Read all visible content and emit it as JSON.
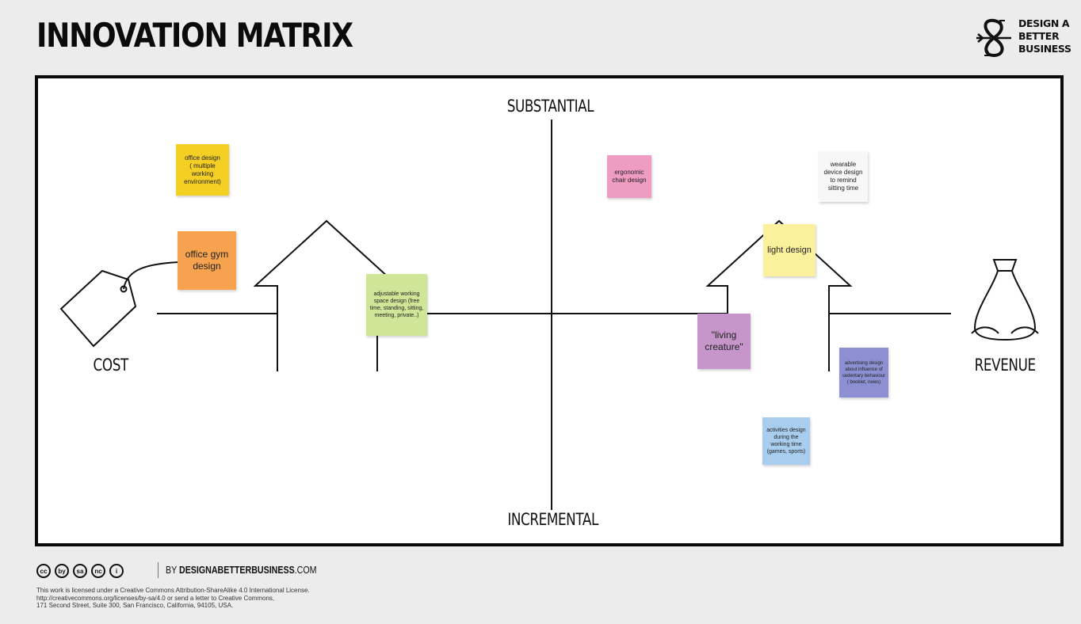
{
  "header": {
    "title": "INNOVATION MATRIX",
    "logo_lines": [
      "DESIGN A",
      "BETTER",
      "BUSINESS"
    ]
  },
  "axes": {
    "top": "SUBSTANTIAL",
    "bottom": "INCREMENTAL",
    "left": "COST",
    "right": "REVENUE"
  },
  "notes": [
    {
      "id": "office-design",
      "text": "office design\n( multiple working environment)",
      "color": "#f4cf24"
    },
    {
      "id": "office-gym",
      "text": "office gym design",
      "color": "#f6a24e"
    },
    {
      "id": "adjustable-space",
      "text": "adjustable working space design (free time, standing, sitting, meeting, private..)",
      "color": "#cfe597"
    },
    {
      "id": "ergonomic-chair",
      "text": "ergonomic chair design",
      "color": "#ef9cc3"
    },
    {
      "id": "wearable-device",
      "text": "wearable device design to remind sitting time",
      "color": "#f7f7f7"
    },
    {
      "id": "light-design",
      "text": "light design",
      "color": "#fbf19c"
    },
    {
      "id": "living-creature",
      "text": "\"living creature\"",
      "color": "#c695c9"
    },
    {
      "id": "advertising-design",
      "text": "advertising design about influence of sedentary behaviour ( booklet, news)",
      "color": "#8c8fd1"
    },
    {
      "id": "activities-design",
      "text": "activities design during the working time (games, sports)",
      "color": "#a9cdee"
    }
  ],
  "footer": {
    "cc_icons": [
      "cc",
      "by",
      "sa",
      "nc",
      "i"
    ],
    "by_prefix": "BY ",
    "by_brand": "DESIGNABETTERBUSINESS",
    "by_suffix": ".COM",
    "license": "This work is licensed under a Creative Commons Attribution-ShareAlike 4.0 International License.\nhttp://creativecommons.org/licenses/by-sa/4.0 or send a letter to Creative Commons,\n171 Second Street, Suite 300, San Francisco, California, 94105, USA."
  }
}
